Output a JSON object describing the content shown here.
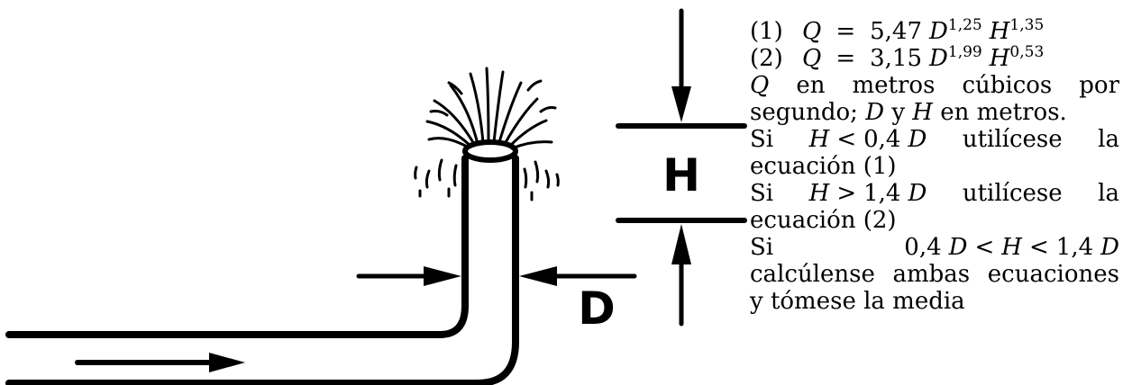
{
  "diagram": {
    "label_h": "H",
    "label_d": "D"
  },
  "equations": [
    {
      "number": "(1)",
      "lhs": "Q",
      "op": "=",
      "coef": "5,47",
      "d": "D",
      "d_exp": "1,25",
      "h": "H",
      "h_exp": "1,35"
    },
    {
      "number": "(2)",
      "lhs": "Q",
      "op": "=",
      "coef": "3,15",
      "d": "D",
      "d_exp": "1,99",
      "h": "H",
      "h_exp": "0,53"
    }
  ],
  "units": {
    "q": "Q",
    "line1_rest": "en metros cúbicos por",
    "line2_pre": "segundo;",
    "d": "D",
    "y": "y",
    "h": "H",
    "line2_post": "en metros."
  },
  "condition1": {
    "si": "Si",
    "expr_h": "H",
    "op": "<",
    "expr_val": "0,4",
    "expr_d": "D",
    "verb": "utilícese",
    "la": "la",
    "tail": "ecuación (1)"
  },
  "condition2": {
    "si": "Si",
    "expr_h": "H",
    "op": ">",
    "expr_val": "1,4",
    "expr_d": "D",
    "verb": "utilícese",
    "la": "la",
    "tail": "ecuación (2)"
  },
  "condition3": {
    "si": "Si",
    "v1": "0,4",
    "d1": "D",
    "op1": "<",
    "h": "H",
    "op2": "<",
    "v2": "1,4",
    "d2": "D",
    "line2": "calcúlense ambas ecuaciones",
    "line3": "y tómese la media"
  }
}
